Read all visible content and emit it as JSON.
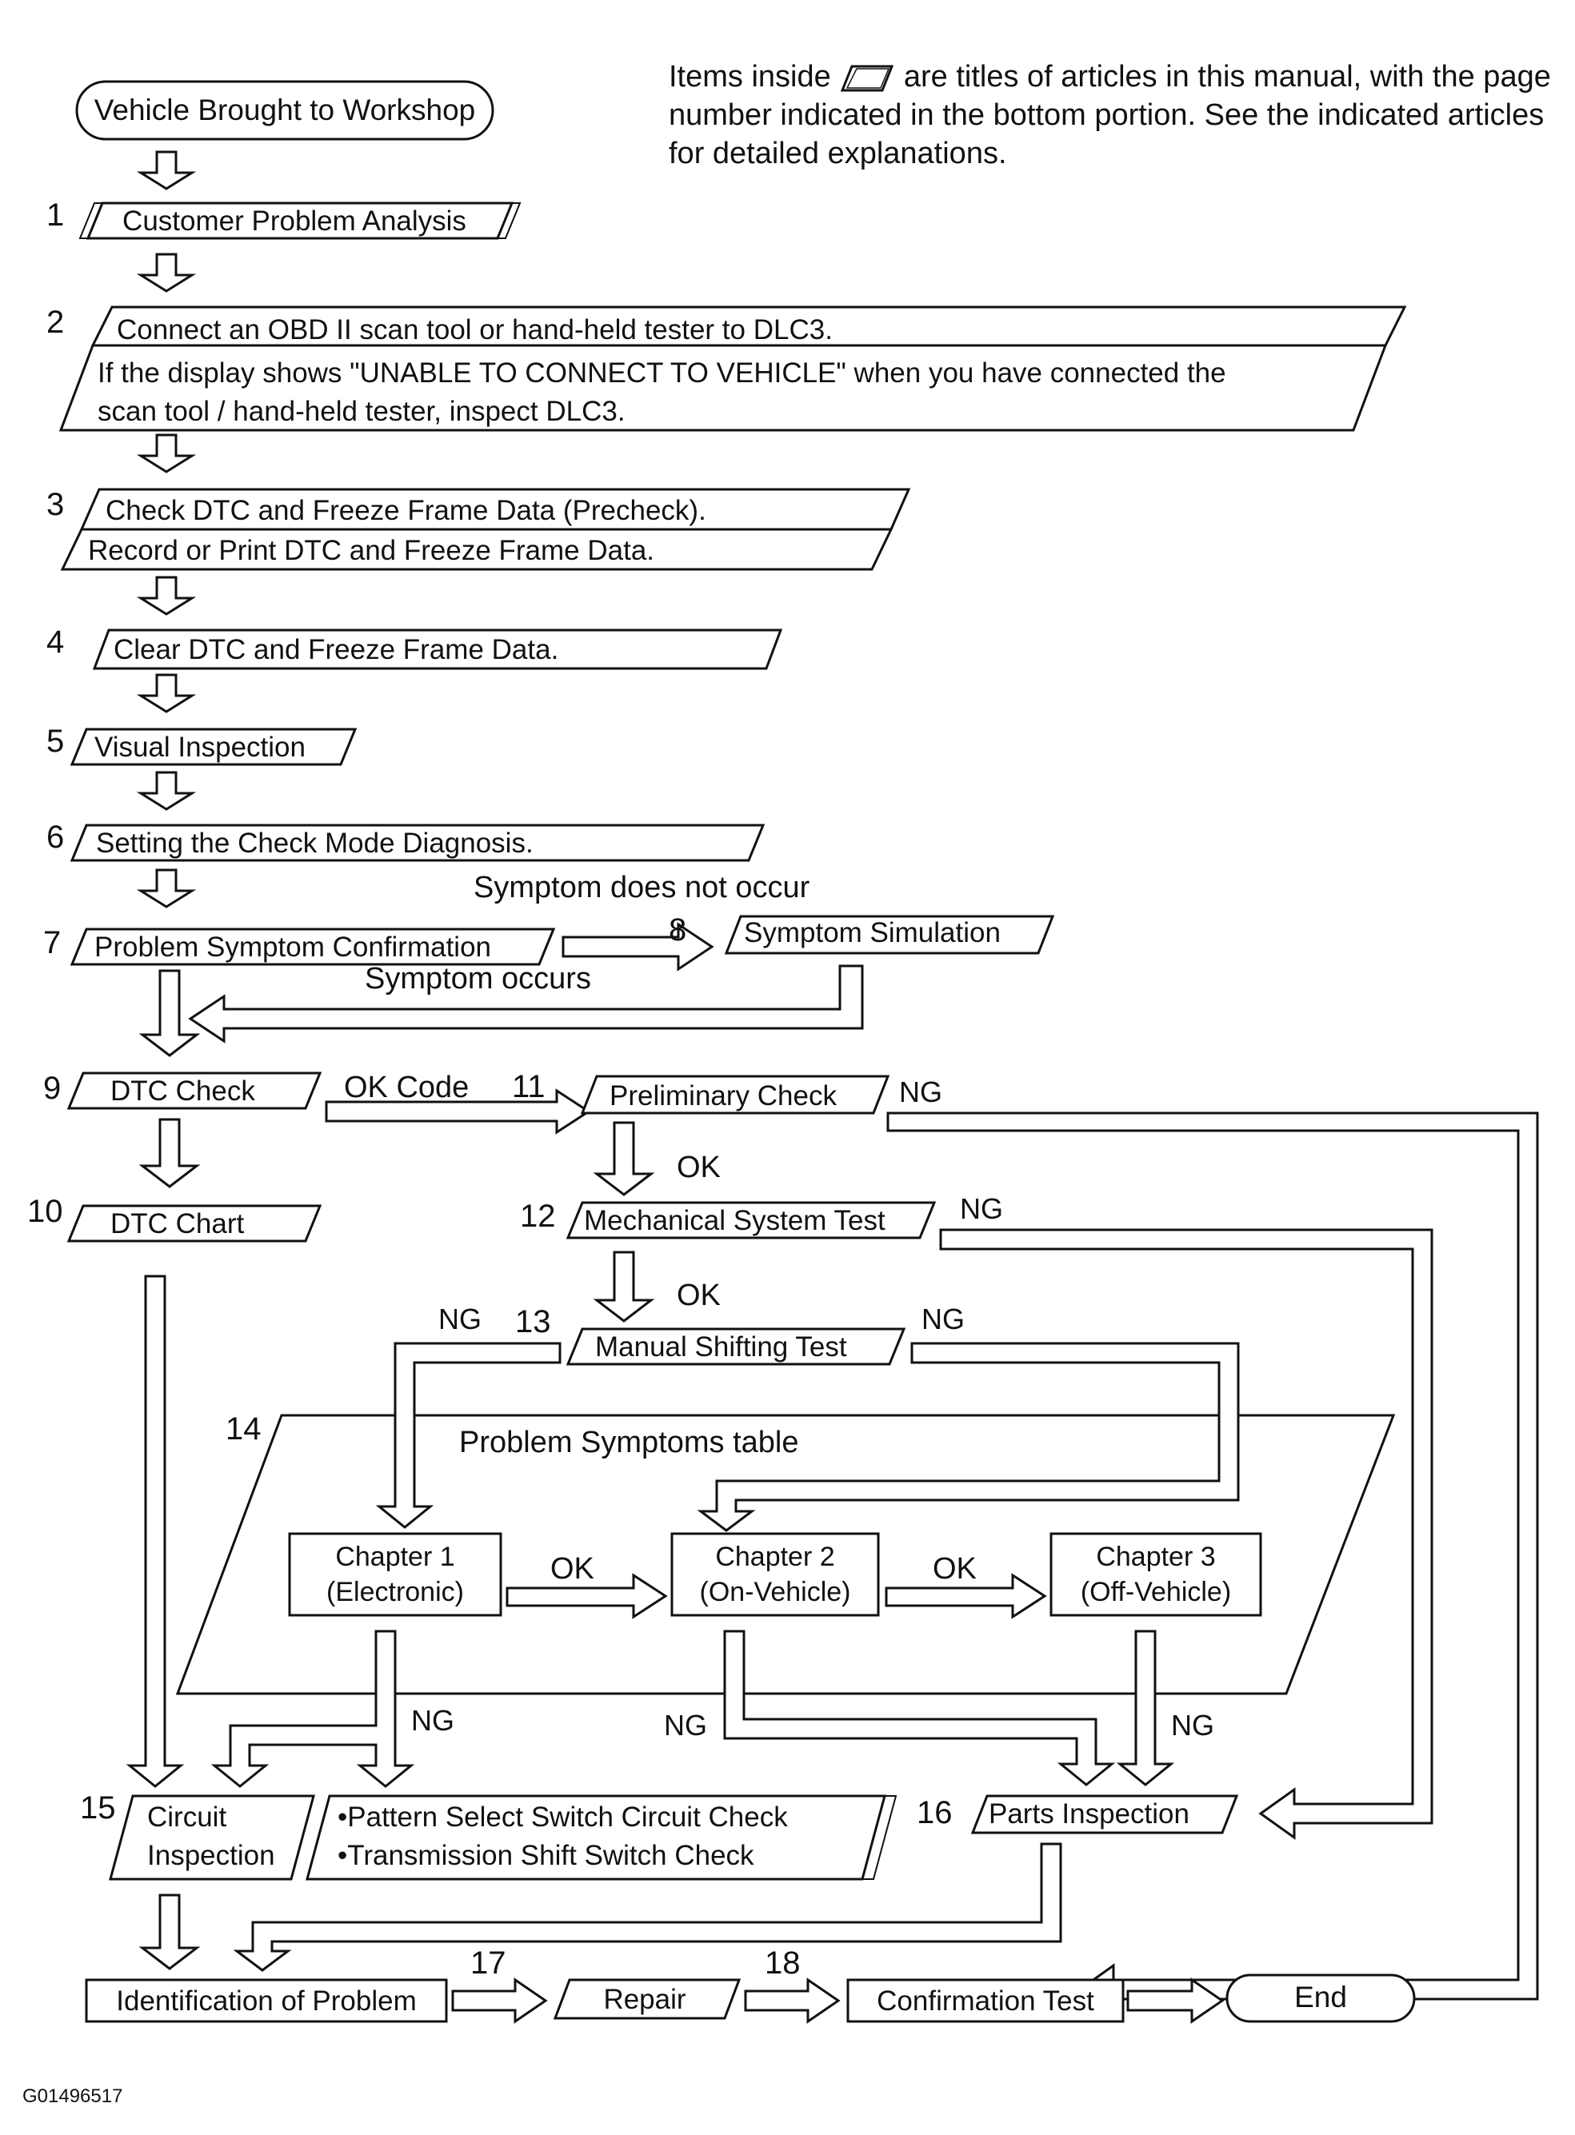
{
  "note": {
    "part1": "Items inside",
    "part2": "are titles of articles in this manual, with the page number indicated in the bottom portion. See the indicated articles for detailed explanations."
  },
  "start": "Vehicle Brought to Workshop",
  "steps": {
    "s1": {
      "num": "1",
      "label": "Customer Problem Analysis"
    },
    "s2": {
      "num": "2",
      "line1": "Connect an OBD II scan tool or hand-held tester to DLC3.",
      "line2": "If the display shows \"UNABLE TO CONNECT TO VEHICLE\" when you have connected the",
      "line3": "scan tool / hand-held tester, inspect DLC3."
    },
    "s3": {
      "num": "3",
      "line1": "Check DTC and Freeze Frame Data (Precheck).",
      "line2": "Record or Print DTC and Freeze Frame Data."
    },
    "s4": {
      "num": "4",
      "label": "Clear DTC and Freeze Frame Data."
    },
    "s5": {
      "num": "5",
      "label": "Visual Inspection"
    },
    "s6": {
      "num": "6",
      "label": "Setting the Check Mode Diagnosis."
    },
    "s7": {
      "num": "7",
      "label": "Problem Symptom Confirmation"
    },
    "s8": {
      "num": "8",
      "label": "Symptom Simulation"
    },
    "s9": {
      "num": "9",
      "label": "DTC Check"
    },
    "s10": {
      "num": "10",
      "label": "DTC Chart"
    },
    "s11": {
      "num": "11",
      "label": "Preliminary Check"
    },
    "s12": {
      "num": "12",
      "label": "Mechanical System Test"
    },
    "s13": {
      "num": "13",
      "label": "Manual Shifting Test"
    },
    "s14": {
      "num": "14",
      "label": "Problem Symptoms table"
    },
    "s15": {
      "num": "15",
      "line1": "Circuit",
      "line2": "Inspection",
      "sub1": "•Pattern Select Switch Circuit Check",
      "sub2": "•Transmission Shift Switch Check"
    },
    "s16": {
      "num": "16",
      "label": "Parts Inspection"
    },
    "s17": {
      "num": "17",
      "label": "Repair"
    },
    "s18": {
      "num": "18",
      "label": "Confirmation Test"
    }
  },
  "chapters": [
    {
      "line1": "Chapter 1",
      "line2": "(Electronic)"
    },
    {
      "line1": "Chapter 2",
      "line2": "(On-Vehicle)"
    },
    {
      "line1": "Chapter 3",
      "line2": "(Off-Vehicle)"
    }
  ],
  "identification": "Identification of Problem",
  "end": "End",
  "labels": {
    "symptom_not_occur": "Symptom does not occur",
    "symptom_occurs": "Symptom occurs",
    "ok_code": "OK Code",
    "ok": "OK",
    "ng": "NG"
  },
  "figure_id": "G01496517"
}
